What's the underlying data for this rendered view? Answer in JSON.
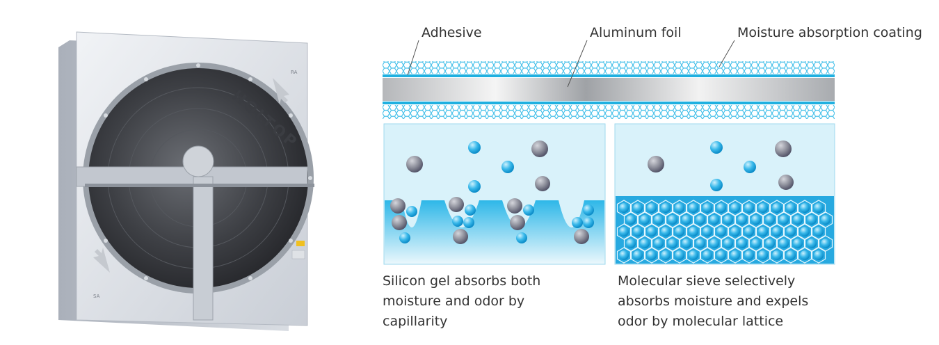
{
  "labels": {
    "adhesive": "Adhesive",
    "aluminum_foil": "Aluminum foil",
    "moisture_coating": "Moisture absorption coating"
  },
  "captions": {
    "silicon_gel": [
      "Silicon gel absorbs both",
      "moisture and odor by",
      "capillarity"
    ],
    "molecular_sieve": [
      "Molecular sieve selectively",
      "absorbs moisture and expels",
      "odor by molecular lattice"
    ]
  },
  "photo": {
    "logo": "HOLTOP",
    "marks": {
      "ra": "RA",
      "sa": "SA"
    }
  },
  "colors": {
    "cyan": "#1fb0e0",
    "panel_light": "#d9f2fa",
    "panel_blue": "#29b6e8",
    "odor_gray": "#7d7f8c",
    "water_blue": "#2ab3e6"
  }
}
